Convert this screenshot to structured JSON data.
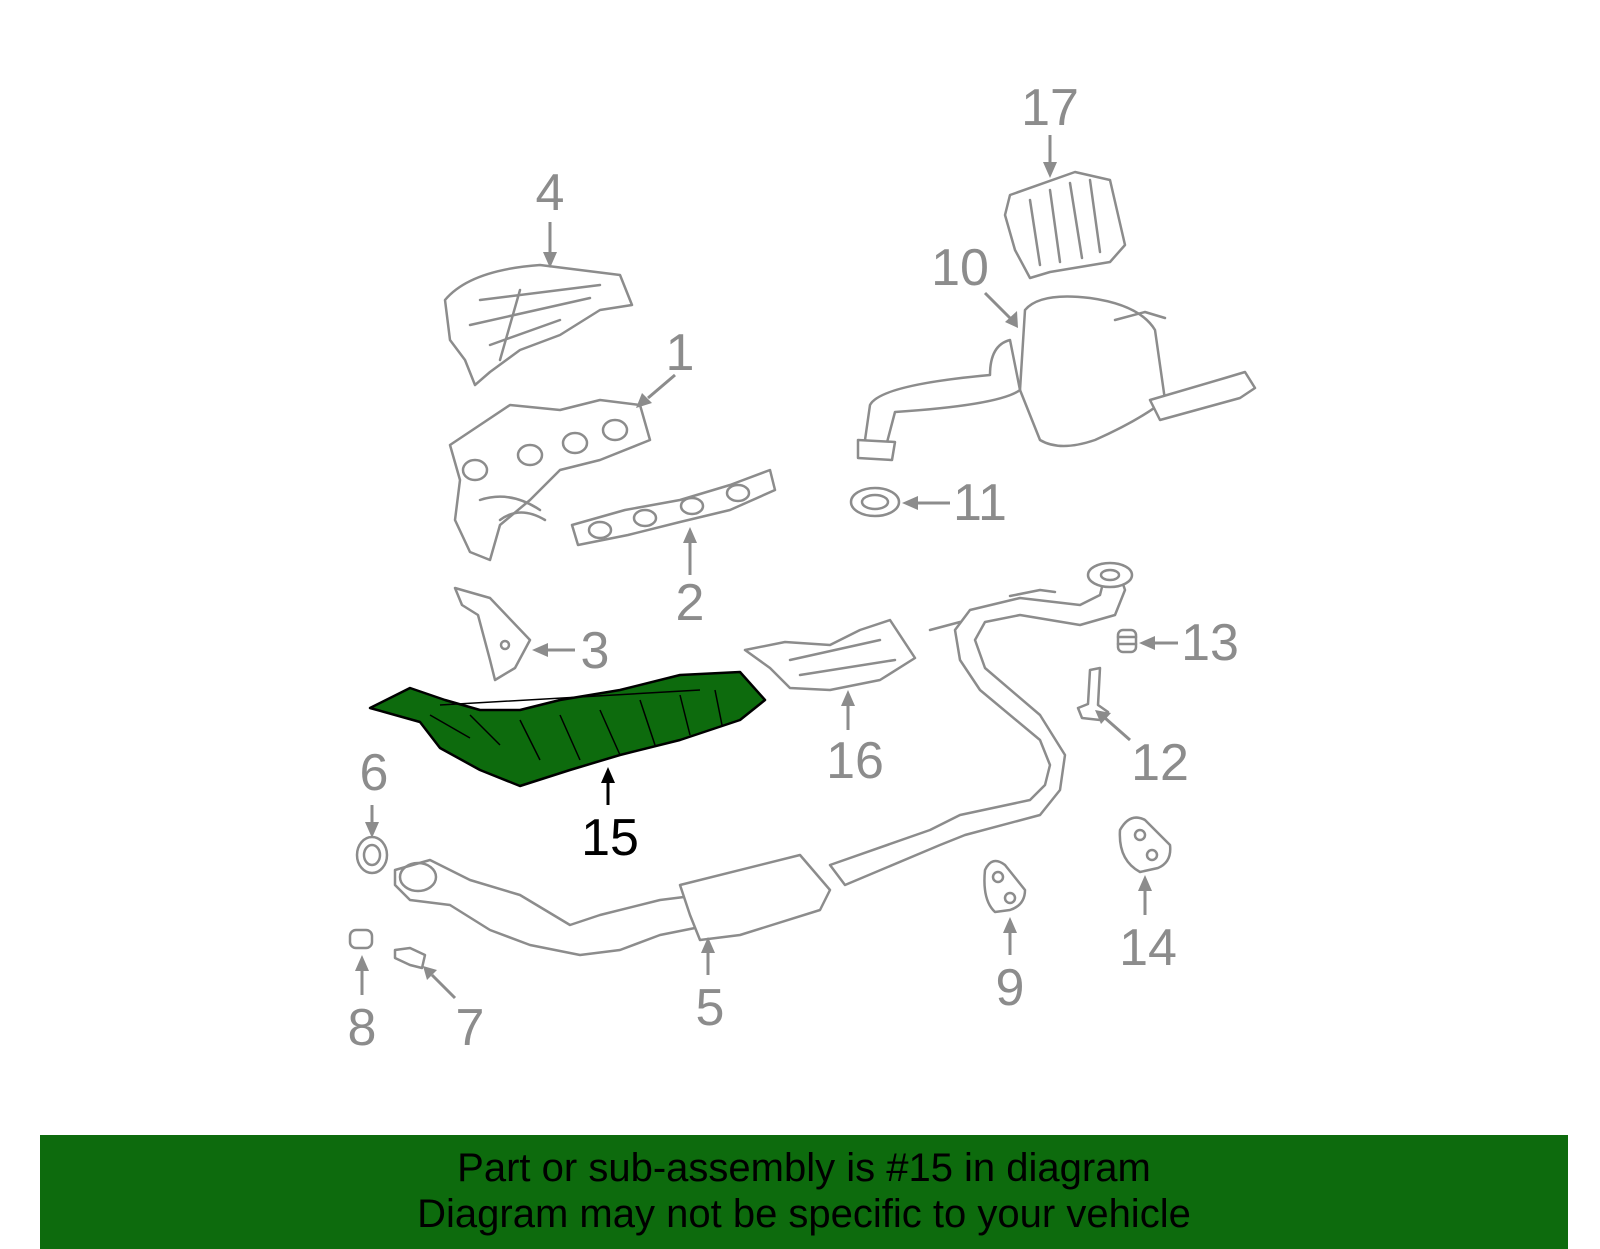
{
  "callouts": {
    "c1": "1",
    "c2": "2",
    "c3": "3",
    "c4": "4",
    "c5": "5",
    "c6": "6",
    "c7": "7",
    "c8": "8",
    "c9": "9",
    "c10": "10",
    "c11": "11",
    "c12": "12",
    "c13": "13",
    "c14": "14",
    "c15": "15",
    "c16": "16",
    "c17": "17"
  },
  "highlighted_part": "15",
  "colors": {
    "highlight_fill": "#0d6b0d",
    "line_gray": "#8c8c8c",
    "banner_bg": "#0d6b0d"
  },
  "banner": {
    "line1": "Part or sub-assembly is #15 in diagram",
    "line2": "Diagram may not be specific to your vehicle"
  }
}
